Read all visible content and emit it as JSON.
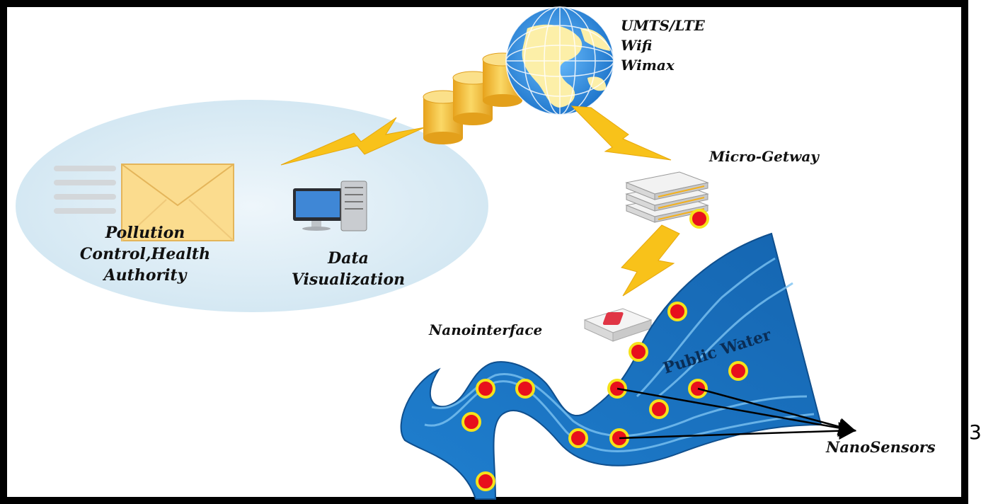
{
  "labels": {
    "networks": [
      "UMTS/LTE",
      "Wifi",
      "Wimax"
    ],
    "gateway": "Micro-Getway",
    "nanointerface": "Nanointerface",
    "authority": [
      "Pollution",
      "Control,Health",
      "Authority"
    ],
    "data_visualization": [
      "Data",
      "Visualization"
    ],
    "public_water": "Public Water",
    "nanosensors": "NanoSensors",
    "stray_digit": "3"
  },
  "icons": {
    "globe": "globe-icon",
    "cylinders": "database-cylinders-icon",
    "envelope": "envelope-icon",
    "computer": "desktop-computer-icon",
    "server": "server-stack-icon",
    "nanointerface": "nanointerface-device-icon",
    "lightning": "lightning-bolt-icon"
  },
  "colors": {
    "ellipse_fill": "#dfeef6",
    "river_dark": "#1769b5",
    "river_light": "#4aa3df",
    "sensor_fill": "#e8101c",
    "sensor_ring": "#f6e21a",
    "bolt": "#f8c21a",
    "cylinder": "#f2b72d",
    "envelope": "#fbdc8e",
    "globe_sea": "#2f8fe0",
    "globe_land": "#fcefa8"
  }
}
